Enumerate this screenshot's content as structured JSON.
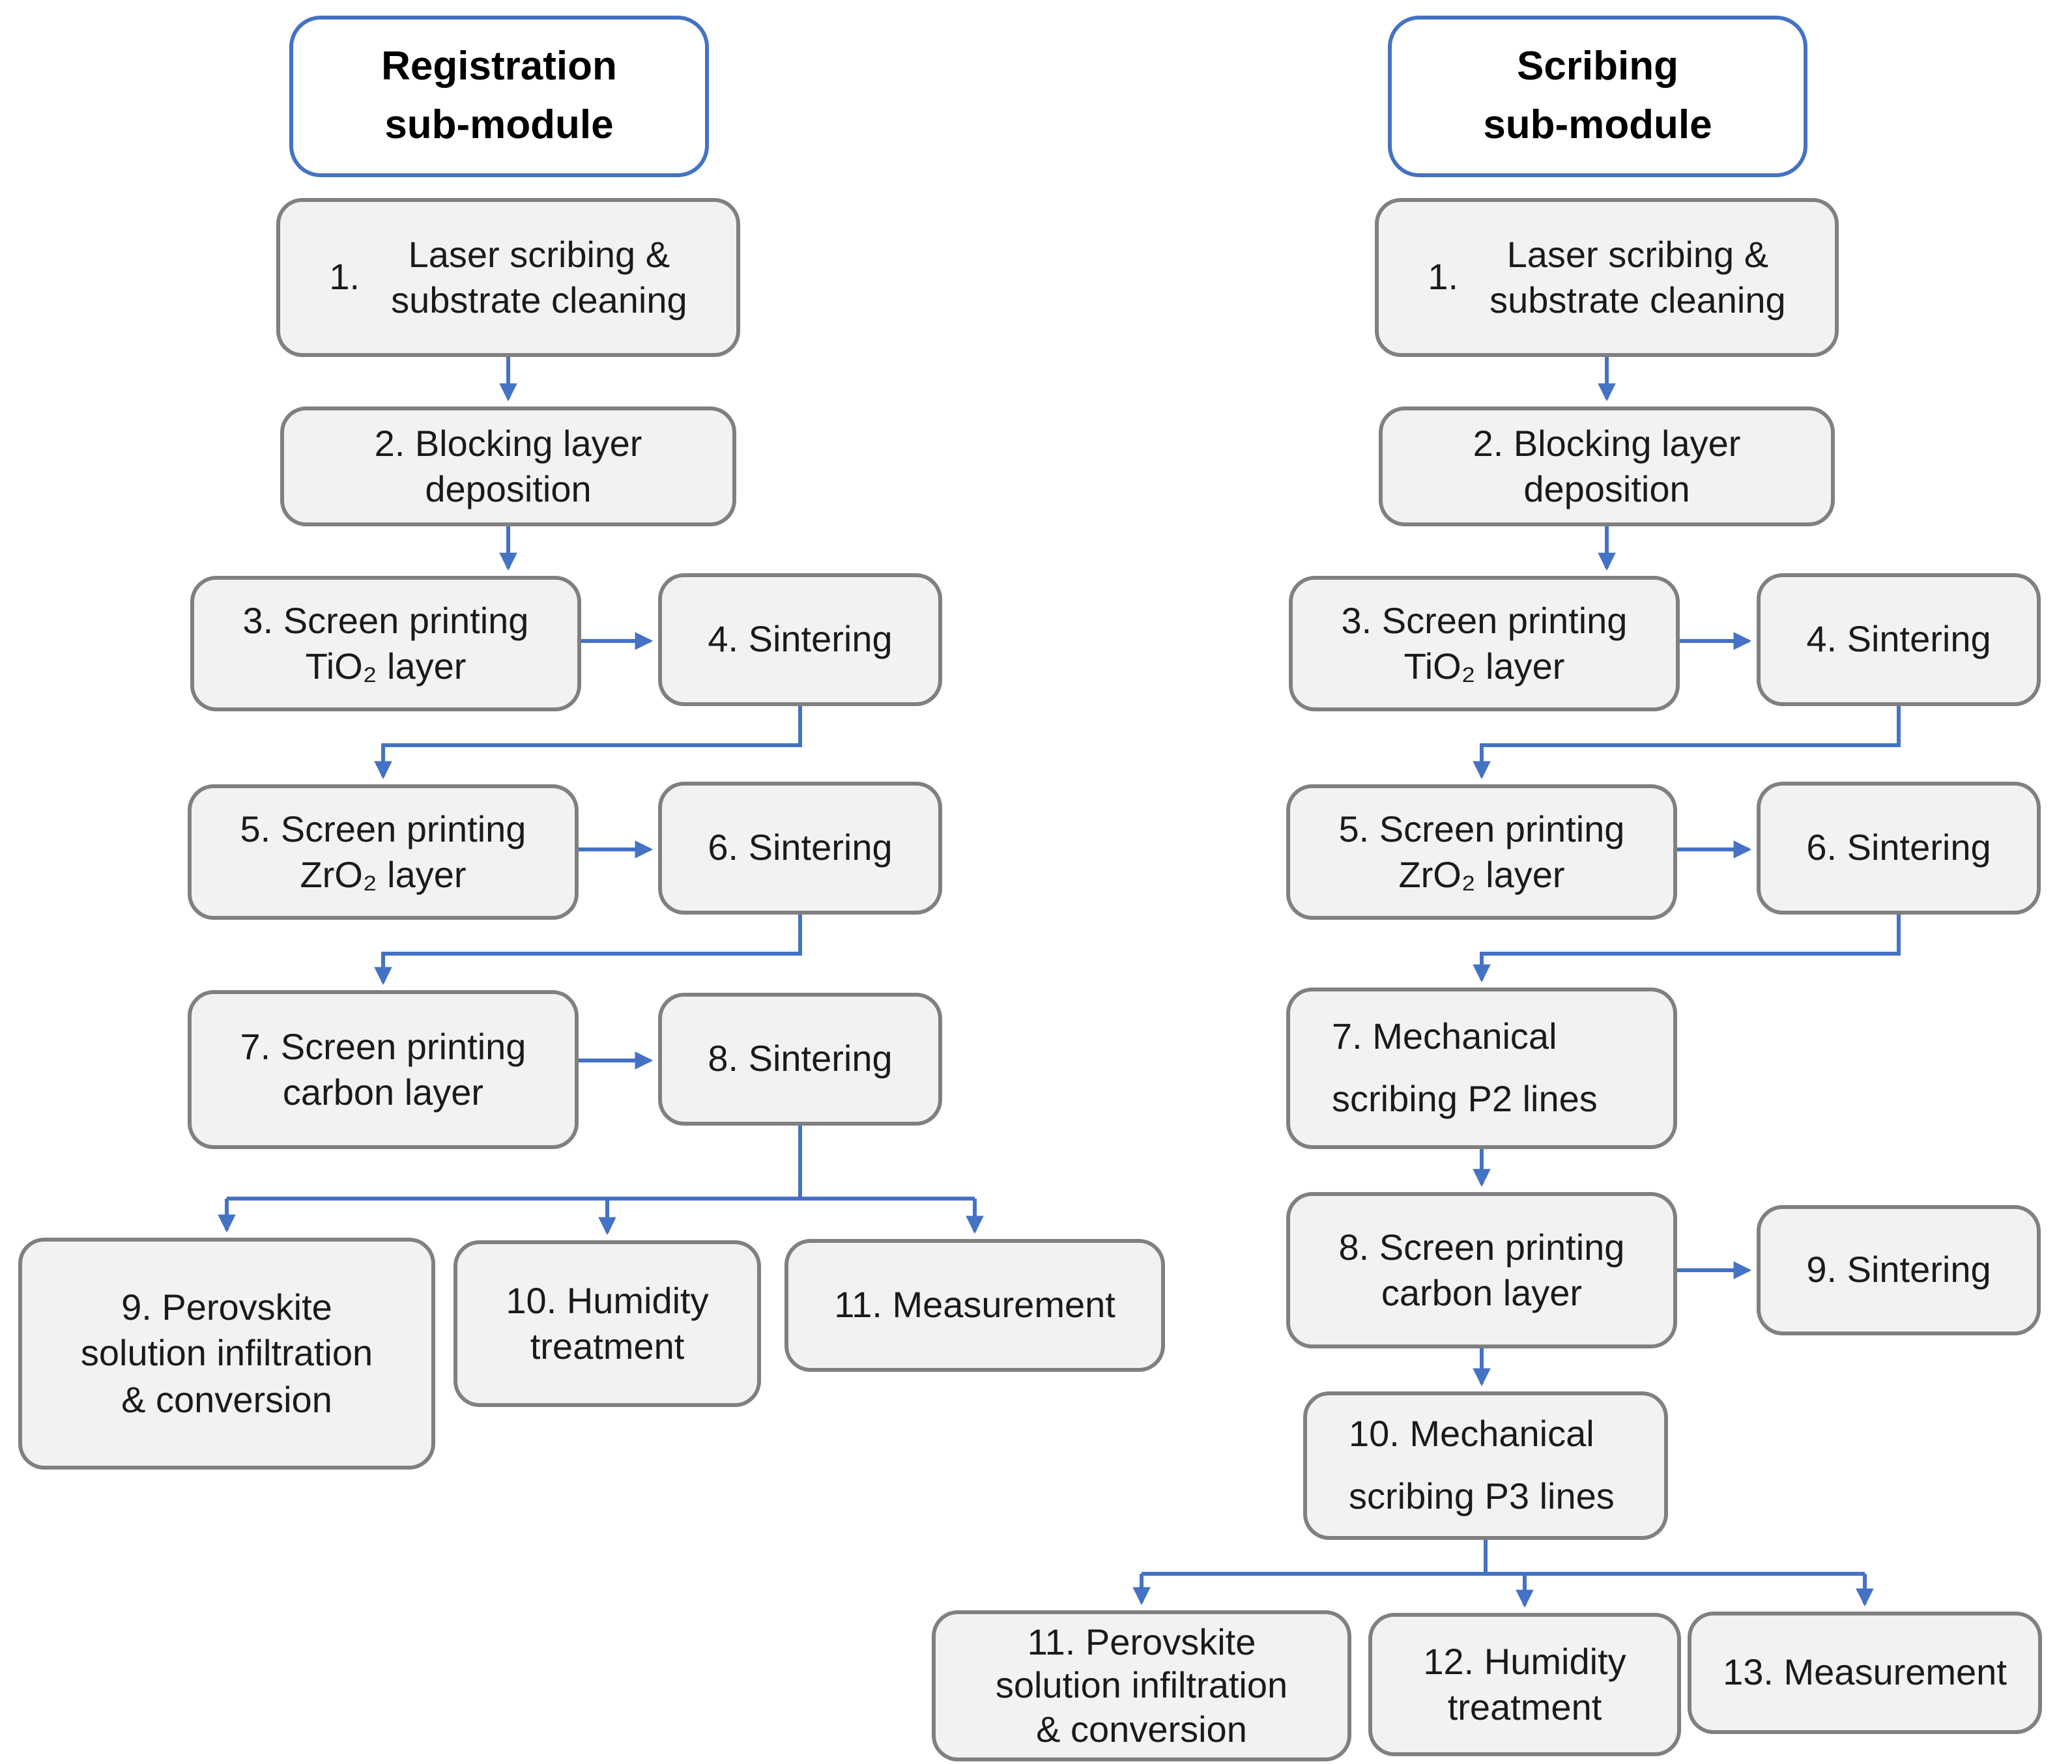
{
  "diagram": {
    "colors": {
      "arrow": "#4472C4",
      "title_border": "#4472C4",
      "node_fill": "#F2F2F2",
      "node_border": "#808080",
      "text": "#1A1A1A"
    },
    "columns": [
      {
        "title": "Registration\nsub-module",
        "nodes": [
          {
            "num": "1.",
            "label": "Laser scribing &\nsubstrate cleaning"
          },
          {
            "label": "2. Blocking layer\ndeposition"
          },
          {
            "label": "3. Screen printing\nTiO₂ layer"
          },
          {
            "label": "4. Sintering"
          },
          {
            "label": "5. Screen printing\nZrO₂ layer"
          },
          {
            "label": "6. Sintering"
          },
          {
            "label": "7. Screen printing\ncarbon layer"
          },
          {
            "label": "8. Sintering"
          },
          {
            "label": "9. Perovskite\nsolution infiltration\n& conversion"
          },
          {
            "label": "10. Humidity\ntreatment"
          },
          {
            "label": "11. Measurement"
          }
        ]
      },
      {
        "title": "Scribing\nsub-module",
        "nodes": [
          {
            "num": "1.",
            "label": "Laser scribing &\nsubstrate cleaning"
          },
          {
            "label": "2. Blocking layer\ndeposition"
          },
          {
            "label": "3. Screen printing\nTiO₂ layer"
          },
          {
            "label": "4. Sintering"
          },
          {
            "label": "5. Screen printing\nZrO₂ layer"
          },
          {
            "label": "6. Sintering"
          },
          {
            "label": "7. Mechanical\nscribing P2 lines"
          },
          {
            "label": "8. Screen printing\ncarbon layer"
          },
          {
            "label": "9. Sintering"
          },
          {
            "label": "10. Mechanical\nscribing P3 lines"
          },
          {
            "label": "11. Perovskite\nsolution infiltration\n& conversion"
          },
          {
            "label": "12. Humidity\ntreatment"
          },
          {
            "label": "13. Measurement"
          }
        ]
      }
    ]
  }
}
